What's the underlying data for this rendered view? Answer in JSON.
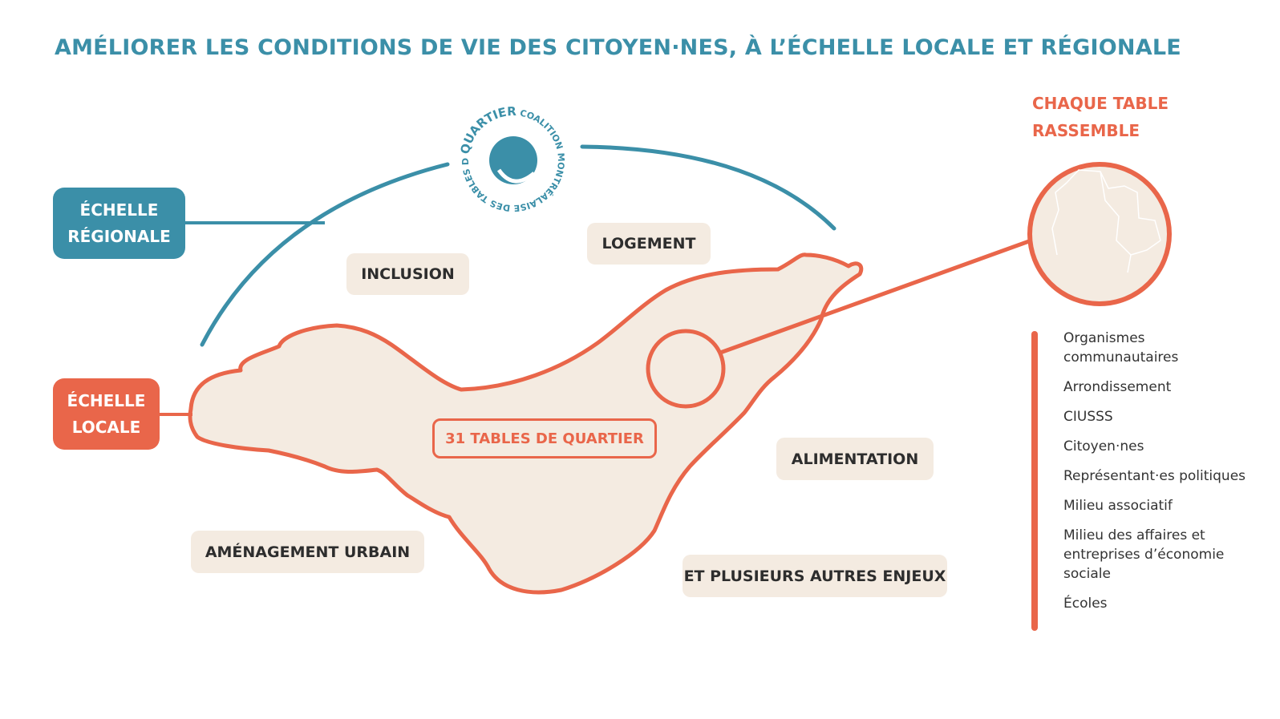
{
  "title": "AMÉLIORER LES CONDITIONS DE VIE DES CITOYEN·NES, À L’ÉCHELLE LOCALE ET RÉGIONALE",
  "logo": {
    "outer_text": "COALITION MONTRÉALAISE DES TABLES DE",
    "inner_text": "QUARTIER"
  },
  "scales": {
    "regional": {
      "line1": "ÉCHELLE",
      "line2": "RÉGIONALE"
    },
    "local": {
      "line1": "ÉCHELLE",
      "line2": "LOCALE"
    }
  },
  "themes": {
    "inclusion": "INCLUSION",
    "logement": "LOGEMENT",
    "alimentation": "ALIMENTATION",
    "amenagement": "AMÉNAGEMENT URBAIN",
    "autres": "ET PLUSIEURS AUTRES ENJEUX"
  },
  "center_label": "31 TABLES DE QUARTIER",
  "rassemble": {
    "line1": "CHAQUE TABLE",
    "line2": "RASSEMBLE"
  },
  "members": [
    "Organismes communautaires",
    "Arrondissement",
    "CIUSSS",
    "Citoyen·nes",
    "Représentant·es politiques",
    "Milieu associatif",
    "Milieu des affaires et entreprises d’économie sociale",
    "Écoles"
  ],
  "colors": {
    "blue": "#3b8fa8",
    "orange": "#e9664a",
    "beige": "#f4ebe1"
  }
}
